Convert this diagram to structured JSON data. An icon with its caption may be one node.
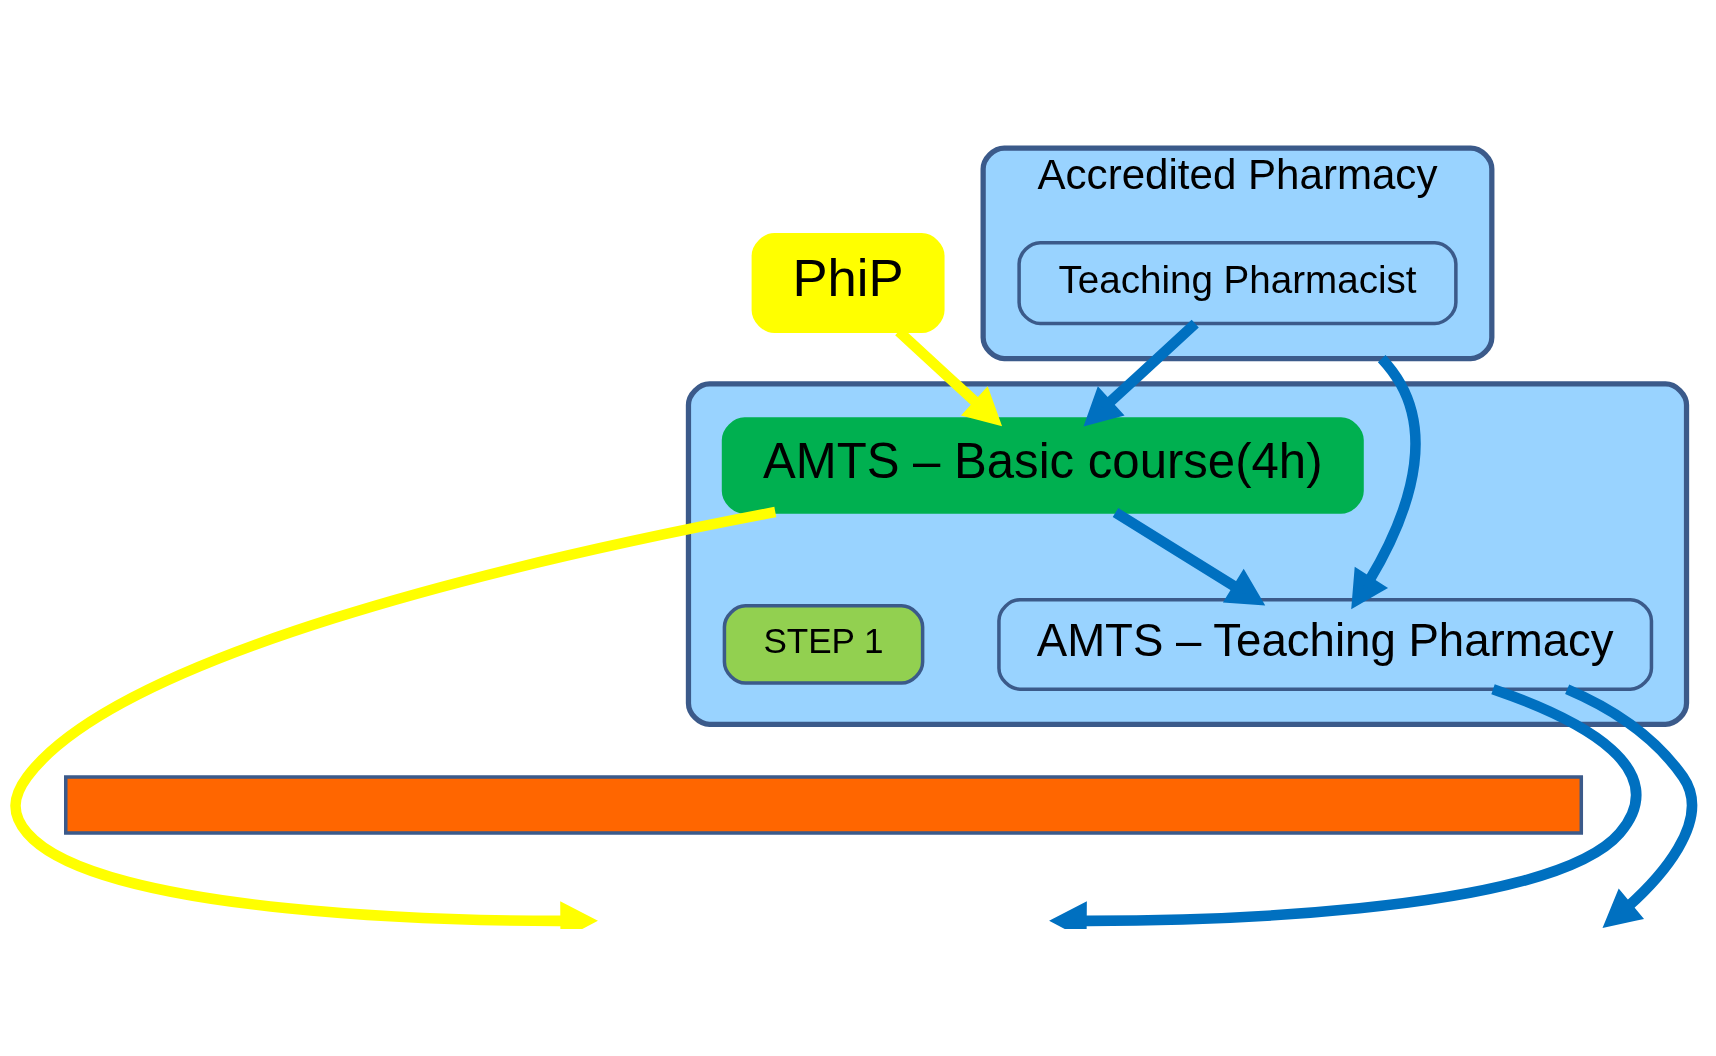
{
  "diagram": {
    "nodes": [
      {
        "text": [
          "PhiP"
        ]
      },
      {
        "text": [
          "Accredited Pharmacy"
        ]
      },
      {
        "text": [
          "Teaching Pharmacist"
        ],
        "in": 1
      },
      {
        "text": [],
        "shape": "box"
      },
      {
        "text": [
          "AMTS – Basic course(4h)"
        ],
        "in": 3
      },
      {
        "text": [
          "STEP 1"
        ],
        "in": 3
      },
      {
        "text": [
          "AMTS – Teaching Pharmacy"
        ],
        "in": 3
      },
      {
        "text": [],
        "shape": "bar"
      }
    ],
    "edges": [
      {
        "from": 0,
        "to": 4,
        "arrow": "to",
        "color": "#ffff00"
      },
      {
        "from": 2,
        "to": 4,
        "arrow": "to"
      },
      {
        "from": 4,
        "to": 6,
        "arrow": "to"
      },
      {
        "from": 1,
        "to": 6,
        "arrow": "to"
      },
      {
        "from": 4,
        "to": null,
        "arrow": "to",
        "color": "#ffff00"
      },
      {
        "from": 6,
        "to": null,
        "arrow": "to"
      },
      {
        "from": 6,
        "to": null,
        "arrow": "to"
      }
    ]
  }
}
